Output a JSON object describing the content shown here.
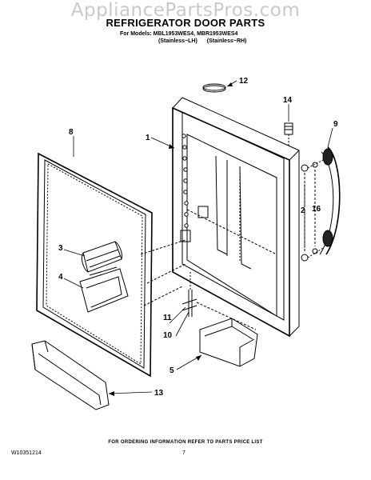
{
  "watermark": "AppliancePartsPros.com",
  "title": "REFRIGERATOR DOOR PARTS",
  "models_line": "For Models: MBL1953WES4, MBR1953WES4",
  "variants": [
    "(Stainless~LH)",
    "(Stainless~RH)"
  ],
  "callouts": {
    "c1": "1",
    "c2": "2",
    "c3": "3",
    "c4": "4",
    "c5": "5",
    "c8": "8",
    "c9": "9",
    "c10": "10",
    "c11": "11",
    "c12": "12",
    "c13": "13",
    "c14": "14",
    "c16": "16"
  },
  "footer_note": "FOR ORDERING INFORMATION REFER TO PARTS PRICE LIST",
  "doc_id": "W10351214",
  "page_number": "7"
}
